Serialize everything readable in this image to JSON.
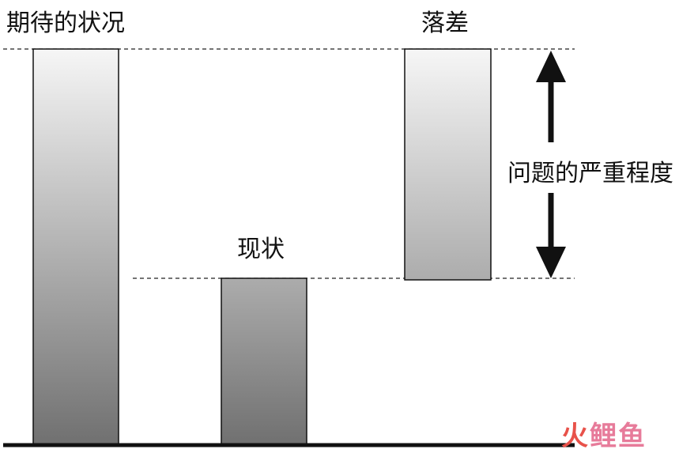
{
  "labels": {
    "expected": "期待的状况",
    "current": "现状",
    "gap": "落差",
    "severity": "问题的严重程度"
  },
  "watermark": {
    "part1": "火",
    "part2": "鲤鱼",
    "color1": "#e8524a",
    "color2": "#e77b9a"
  },
  "colors": {
    "bar_gradient_top": "#f6f6f6",
    "bar_gradient_bottom": "#707070",
    "line": "#111111"
  }
}
